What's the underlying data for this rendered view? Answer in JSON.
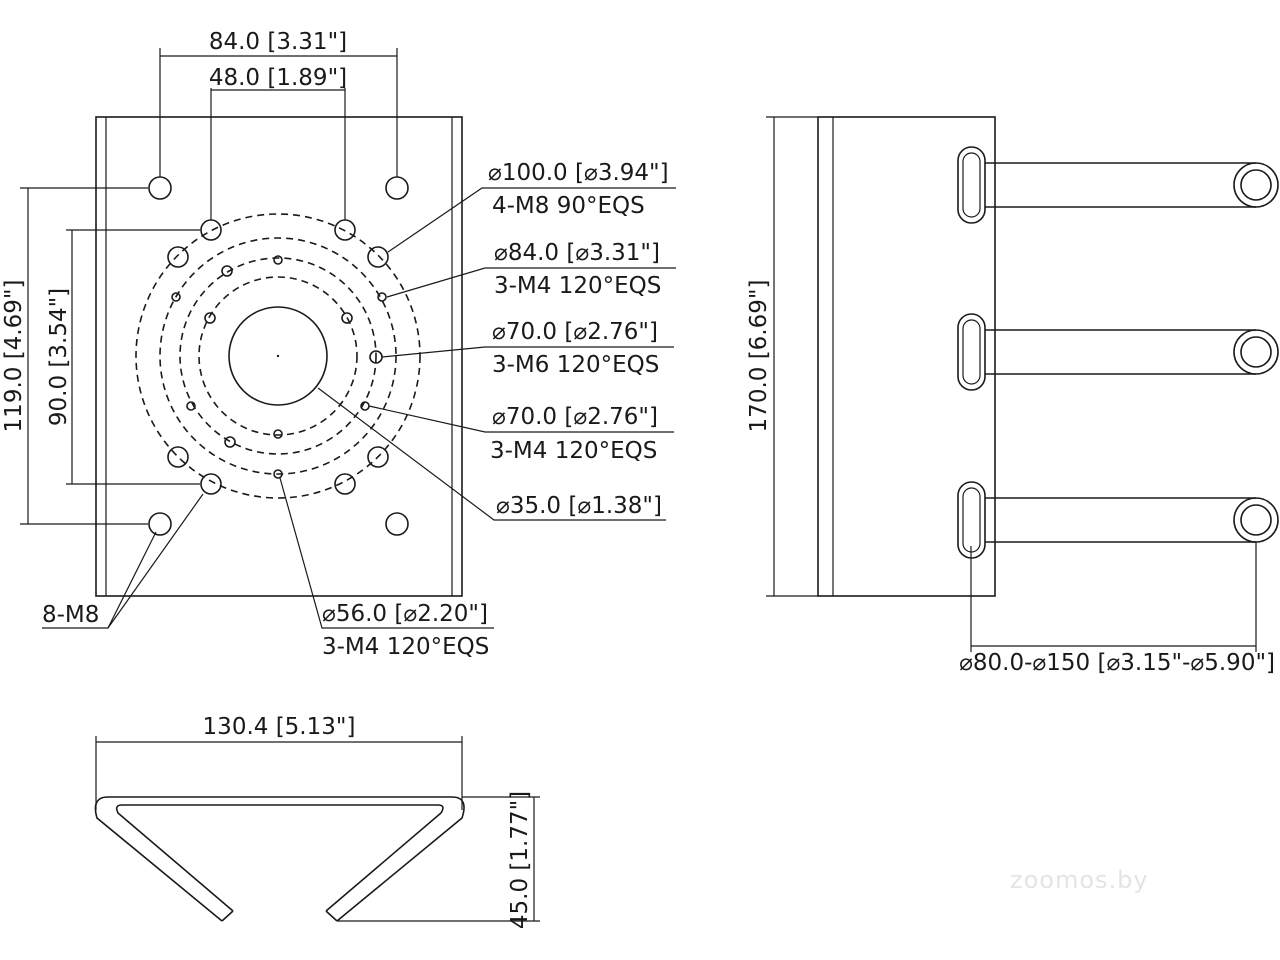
{
  "front_view": {
    "dim_width_outer": "84.0 [3.31\"]",
    "dim_width_inner": "48.0 [1.89\"]",
    "dim_height_outer": "119.0 [4.69\"]",
    "dim_height_inner": "90.0 [3.54\"]",
    "callouts": [
      {
        "line1": "⌀100.0 [⌀3.94\"]",
        "line2": "4-M8 90°EQS"
      },
      {
        "line1": "⌀84.0 [⌀3.31\"]",
        "line2": "3-M4 120°EQS"
      },
      {
        "line1": "⌀70.0 [⌀2.76\"]",
        "line2": "3-M6 120°EQS"
      },
      {
        "line1": "⌀70.0 [⌀2.76\"]",
        "line2": "3-M4 120°EQS"
      },
      {
        "line1": "⌀35.0 [⌀1.38\"]",
        "line2": ""
      }
    ],
    "bottom_callout": {
      "line1": "⌀56.0 [⌀2.20\"]",
      "line2": "3-M4 120°EQS"
    },
    "corner_label": "8-M8"
  },
  "side_view": {
    "dim_height": "170.0 [6.69\"]",
    "dim_pole": "⌀80.0-⌀150 [⌀3.15\"-⌀5.90\"]"
  },
  "top_view": {
    "dim_width": "130.4 [5.13\"]",
    "dim_depth": "45.0 [1.77\"]"
  },
  "watermark": "zoomos.by"
}
